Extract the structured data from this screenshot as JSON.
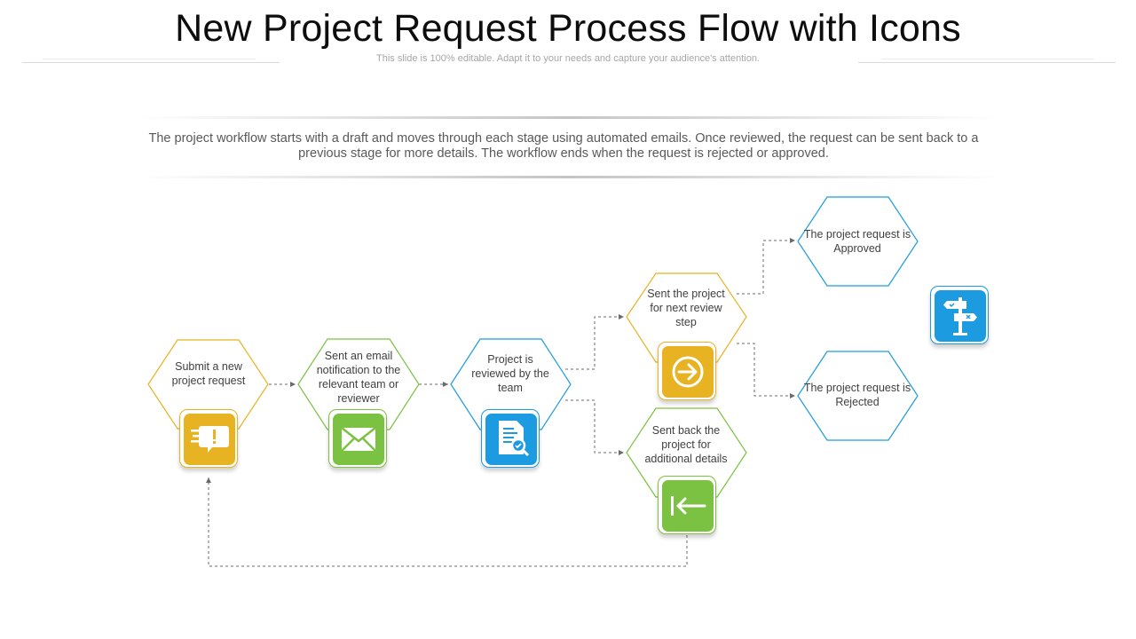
{
  "header": {
    "title": "New Project Request Process Flow with Icons",
    "subtitle": "This slide is 100% editable. Adapt it to your needs and capture your audience's attention."
  },
  "description": "The project workflow starts with a draft and moves through each stage using automated emails. Once reviewed, the request can be sent back to a previous stage for more details. The workflow ends when the request is rejected or approved.",
  "colors": {
    "yellow": "#e8b323",
    "green": "#7cc242",
    "blue": "#1d9be0",
    "dashed": "#6b6b6b"
  },
  "nodes": {
    "submit": {
      "label": "Submit a new project request",
      "icon": "alert-message-icon",
      "color": "yellow"
    },
    "email": {
      "label": "Sent an email notification to the relevant team or reviewer",
      "icon": "envelope-icon",
      "color": "green"
    },
    "review": {
      "label": "Project is reviewed by the team",
      "icon": "document-search-icon",
      "color": "blue"
    },
    "next_step": {
      "label": "Sent the project for next review step",
      "icon": "arrow-right-circle-icon",
      "color": "yellow"
    },
    "sent_back": {
      "label": "Sent back the project for additional details",
      "icon": "arrow-left-bar-icon",
      "color": "green"
    },
    "approved": {
      "label": "The project request is Approved",
      "color": "blue"
    },
    "rejected": {
      "label": "The project request is Rejected",
      "color": "blue"
    },
    "decision": {
      "icon": "signpost-icon",
      "color": "blue"
    }
  }
}
